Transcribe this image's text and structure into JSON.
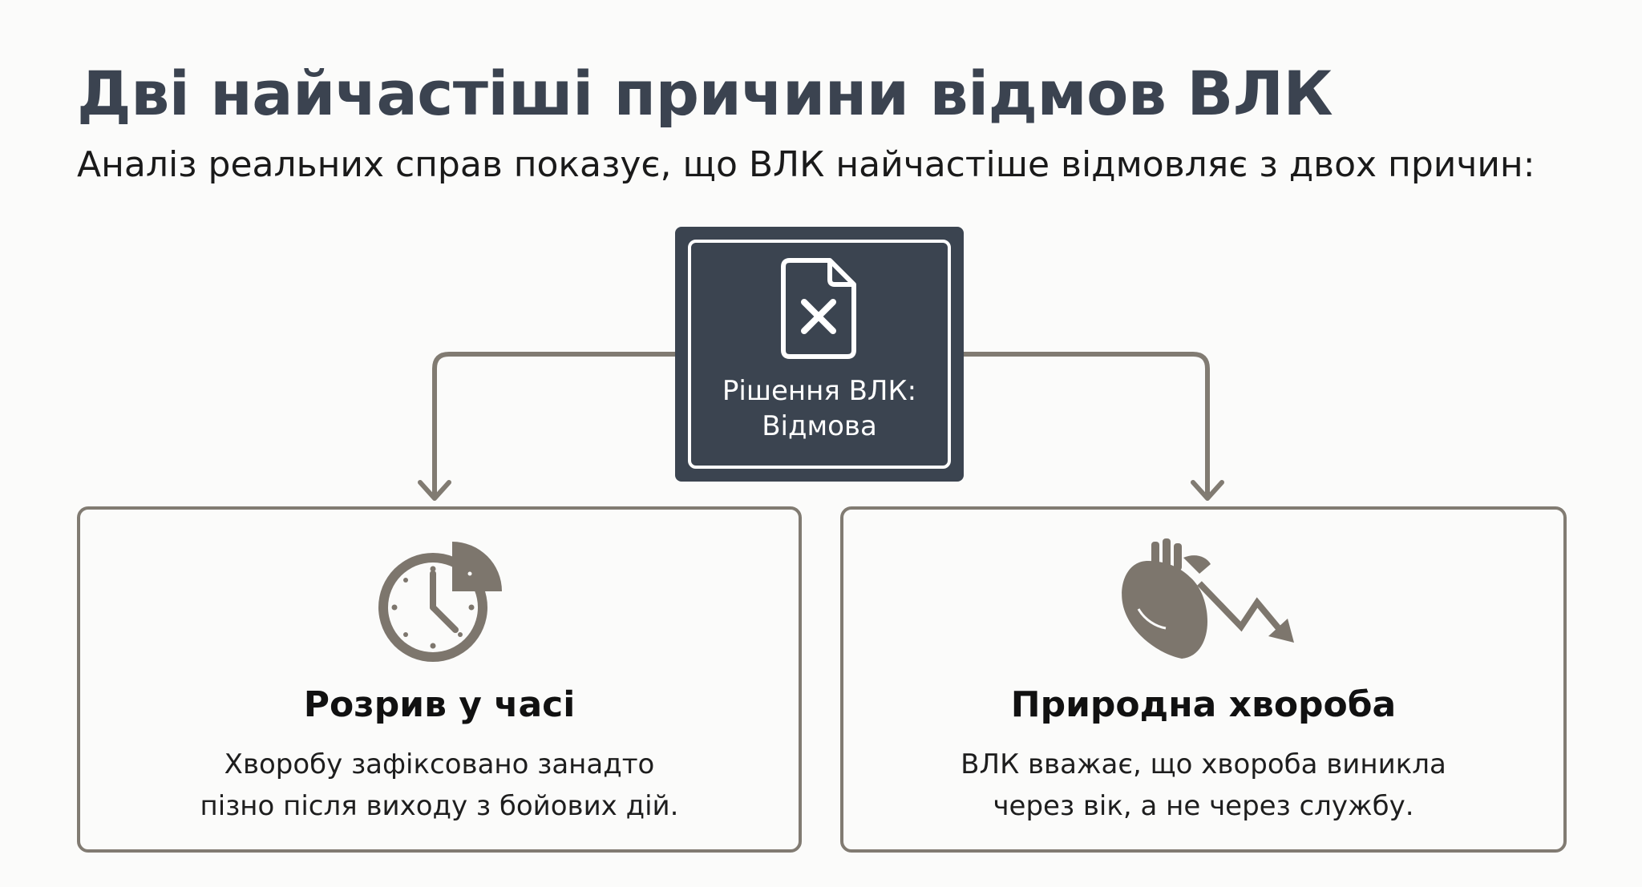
{
  "title": "Дві найчастіші причини відмов ВЛК",
  "subtitle": "Аналіз реальних справ показує, що ВЛК найчастіше відмовляє з двох причин:",
  "decision": {
    "label_line1": "Рішення ВЛК:",
    "label_line2": "Відмова",
    "icon": "rejected-document-icon"
  },
  "reasons": [
    {
      "title": "Розрив у часі",
      "text_line1": "Хворобу зафіксовано занадто",
      "text_line2": "пізно після виходу з бойових дій.",
      "icon": "clock-icon"
    },
    {
      "title": "Природна хвороба",
      "text_line1": "ВЛК вважає, що хвороба виникла",
      "text_line2": "через вік, а не через службу.",
      "icon": "heart-declining-icon"
    }
  ],
  "colors": {
    "heading": "#3b4350",
    "dark_box": "#3b4450",
    "connector": "#817b72",
    "icon": "#7d766d"
  }
}
